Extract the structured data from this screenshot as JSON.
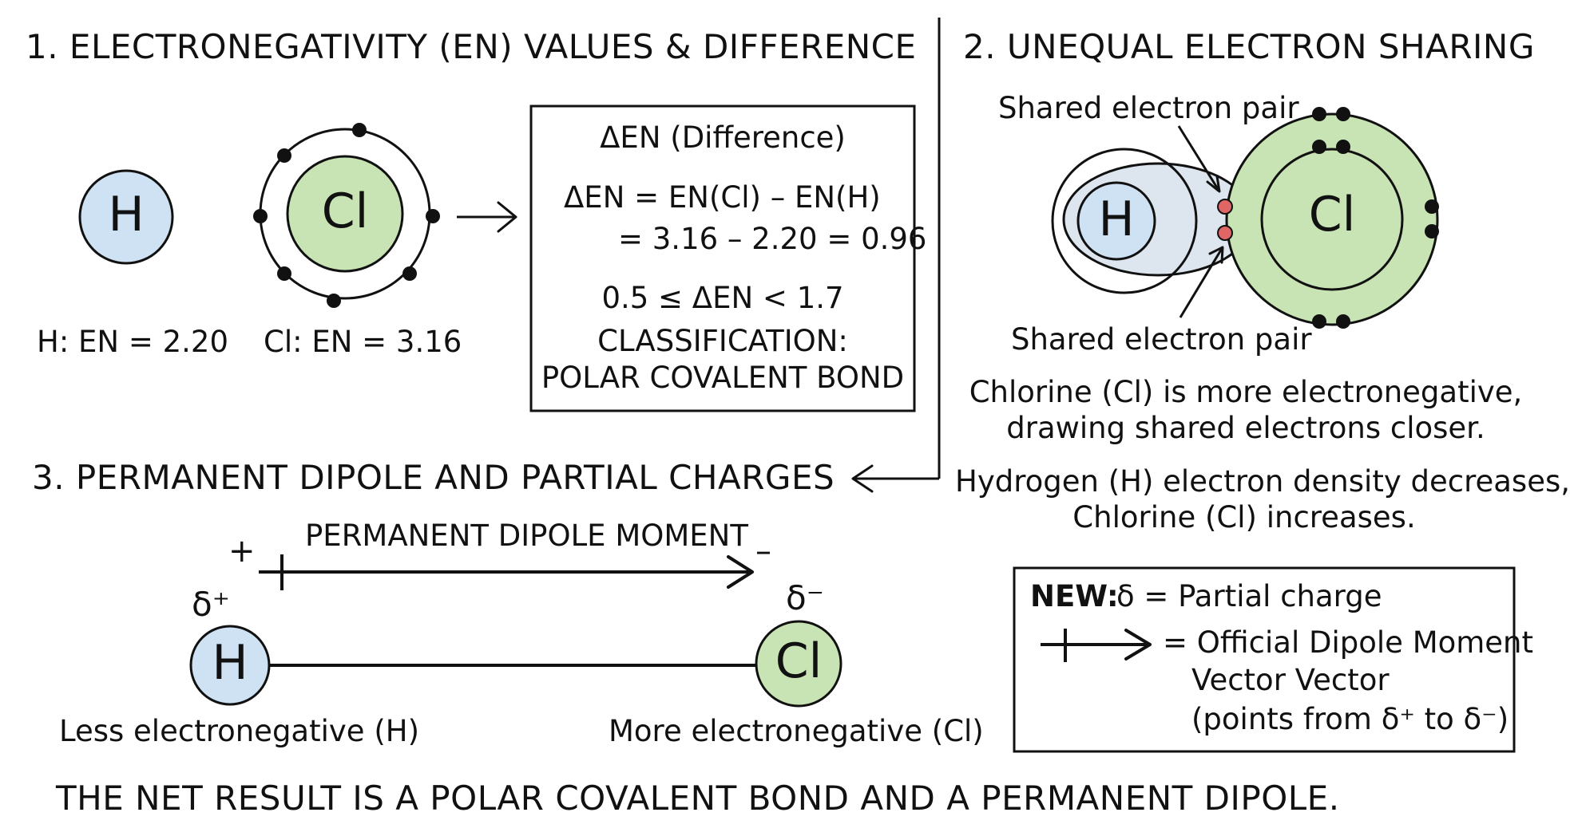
{
  "section1": {
    "heading": "1. ELECTRONEGATIVITY (EN) VALUES & DIFFERENCE",
    "h_symbol": "H",
    "cl_symbol": "Cl",
    "h_en_label": "H: EN = 2.20",
    "cl_en_label": "Cl: EN = 3.16",
    "box": {
      "title": "ΔEN (Difference)",
      "formula_line1": "ΔEN = EN(Cl) – EN(H)",
      "formula_line2": "= 3.16 – 2.20 = 0.96",
      "range": "0.5 ≤ ΔEN < 1.7",
      "classification_label": "CLASSIFICATION:",
      "classification_value": "POLAR COVALENT BOND"
    }
  },
  "section2": {
    "heading": "2. UNEQUAL ELECTRON SHARING",
    "h_symbol": "H",
    "cl_symbol": "Cl",
    "shared_pair_top": "Shared electron pair",
    "shared_pair_bottom": "Shared electron pair",
    "note1_line1": "Chlorine (Cl) is more electronegative,",
    "note1_line2": "drawing shared electrons closer.",
    "note2_line1": "Hydrogen (H) electron density decreases,",
    "note2_line2": "Chlorine (Cl) increases."
  },
  "section3": {
    "heading": "3. PERMANENT DIPOLE AND PARTIAL CHARGES",
    "dipole_label": "PERMANENT DIPOLE MOMENT",
    "plus_sign": "+",
    "minus_sign": "–",
    "delta_plus": "δ⁺",
    "delta_minus": "δ⁻",
    "h_symbol": "H",
    "cl_symbol": "Cl",
    "h_caption": "Less electronegative (H)",
    "cl_caption": "More electronegative (Cl)"
  },
  "legend": {
    "new_label": "NEW:",
    "delta_def": "δ = Partial charge",
    "arrow_def_line1": "= Official Dipole Moment",
    "arrow_def_line2": "Vector Vector",
    "arrow_def_line3": "(points from δ⁺ to δ⁻)"
  },
  "conclusion": "THE NET RESULT IS A POLAR COVALENT BOND AND A PERMANENT DIPOLE.",
  "colors": {
    "hydrogen_fill": "#cfe2f3",
    "chlorine_fill": "#c9e4b4",
    "shared_electron": "#e06666",
    "overlap_fill": "#dde6ee",
    "ink": "#111111"
  }
}
